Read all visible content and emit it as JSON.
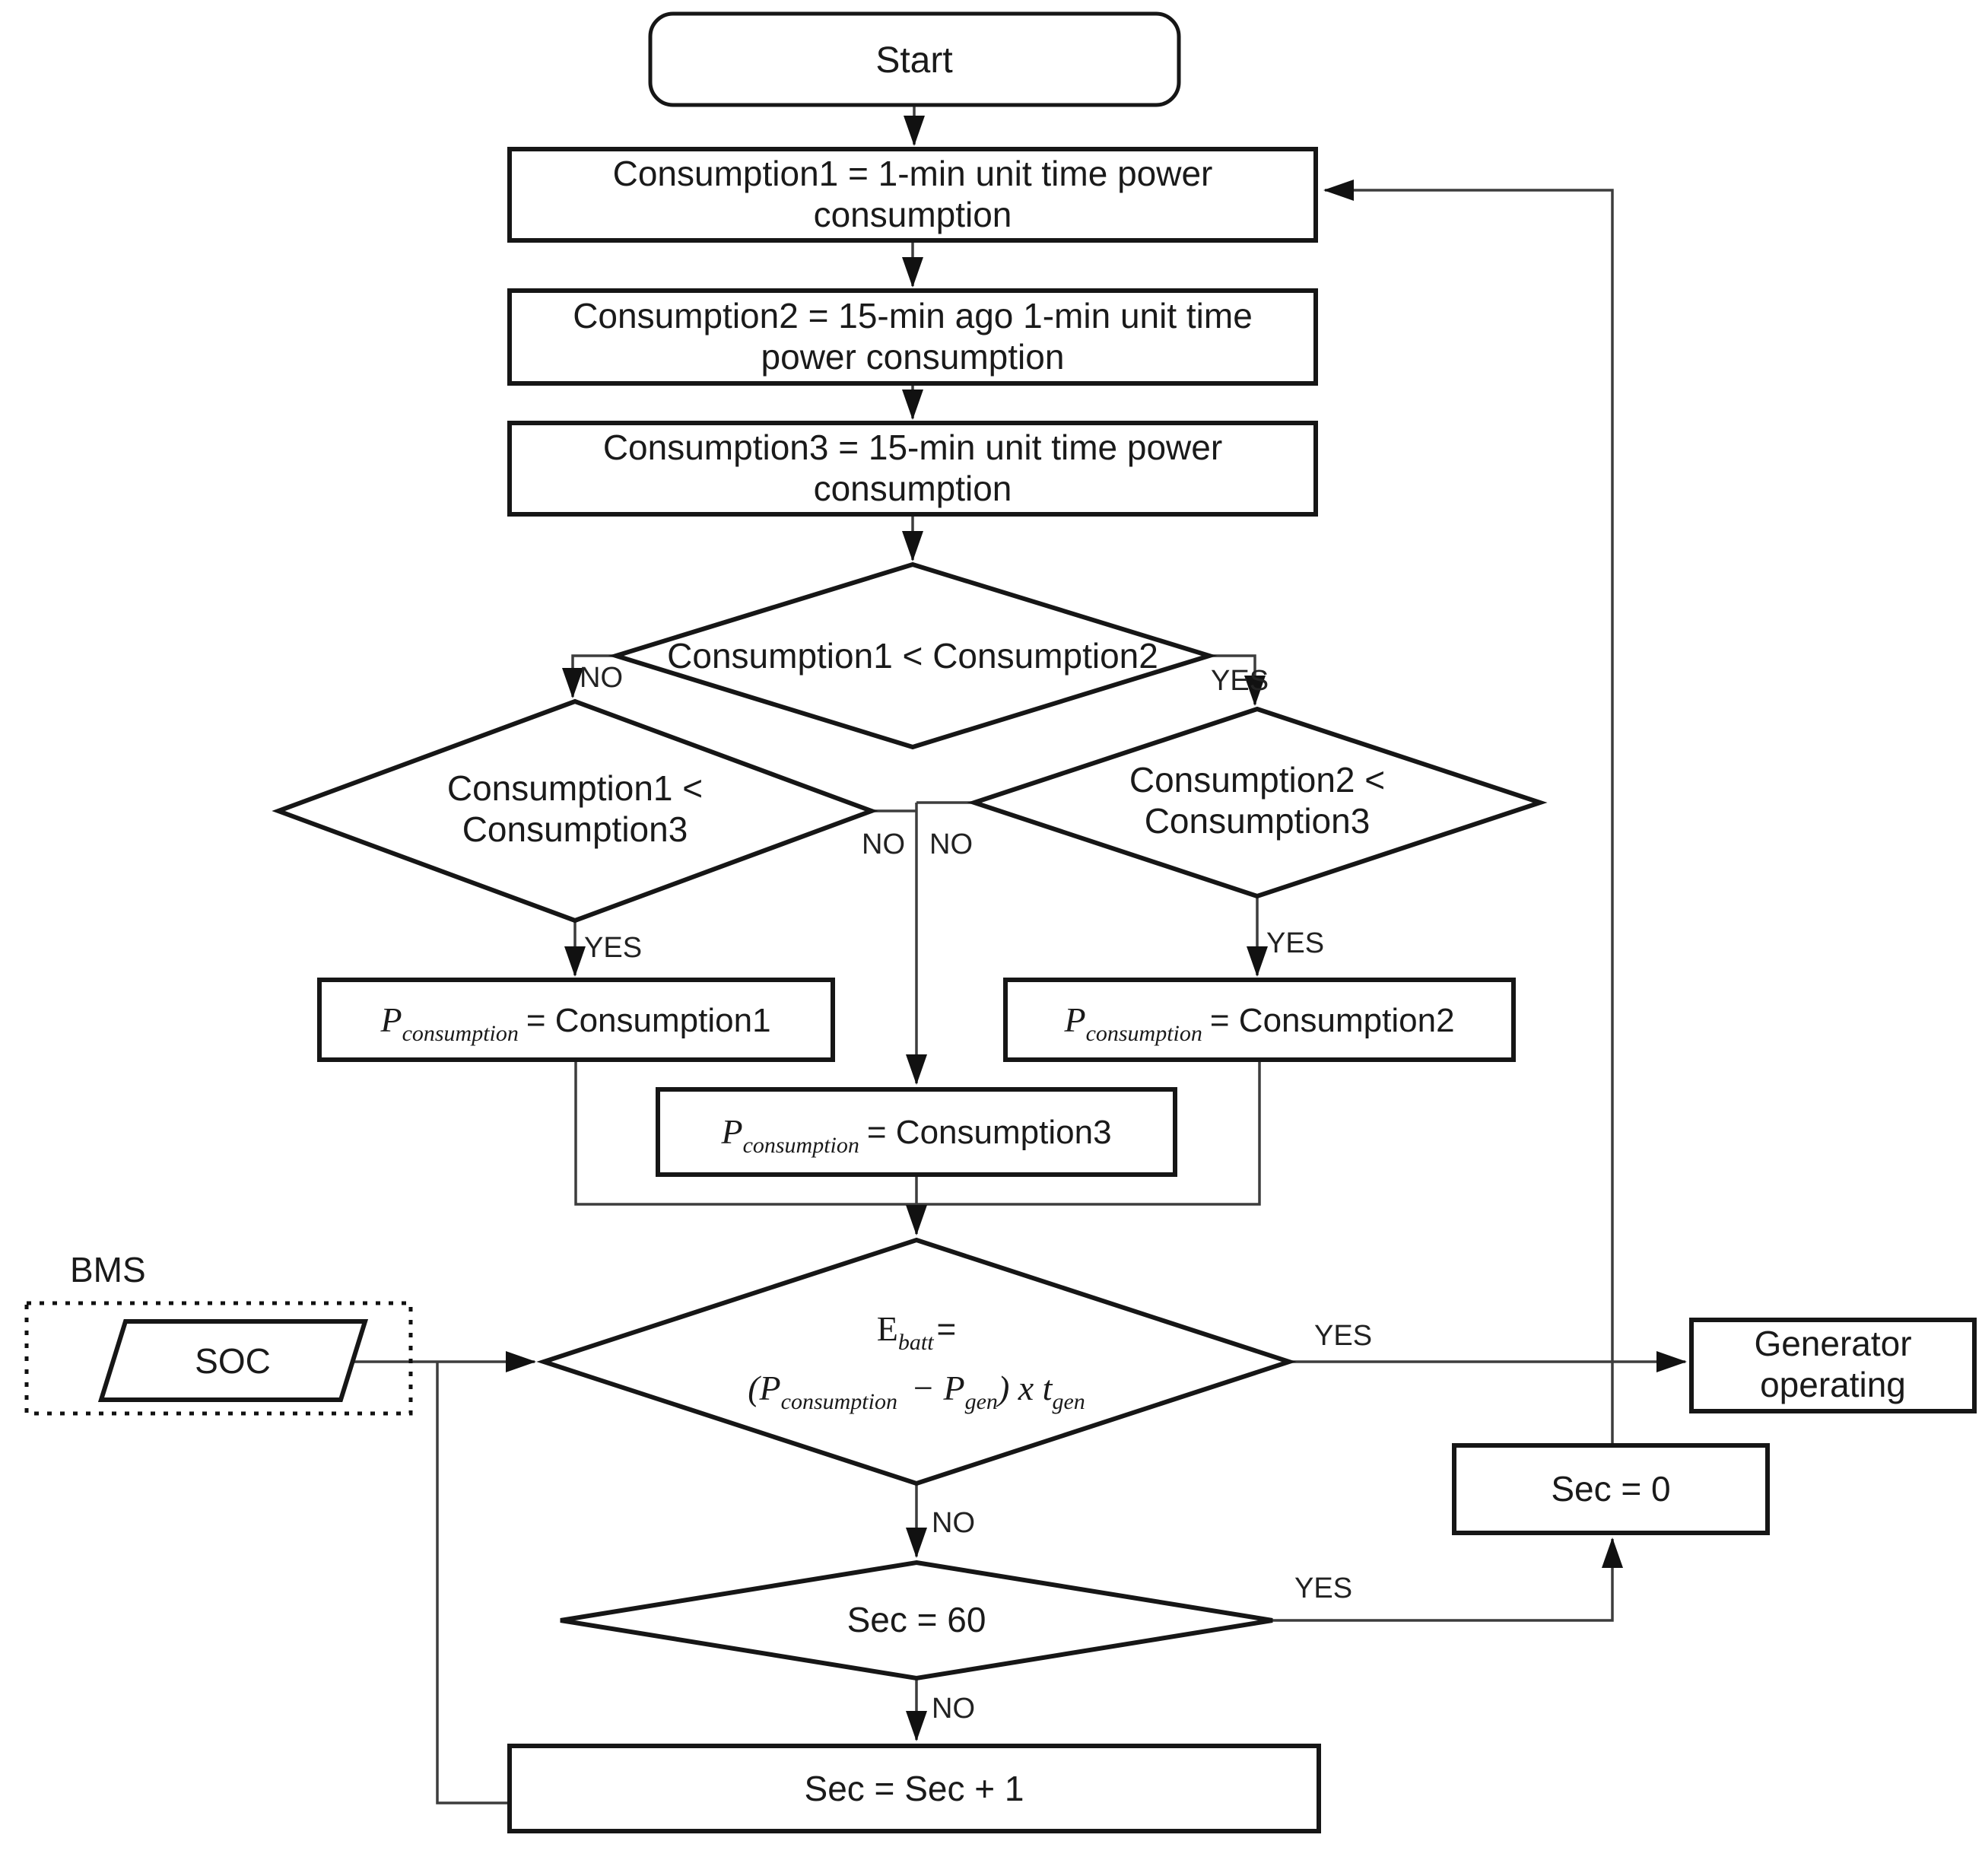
{
  "title": "Generator operating control flowchart",
  "colors": {
    "node_stroke": "#161616",
    "edge_stroke": "#3d3d3d",
    "background": "#ffffff",
    "text": "#1a1a1a"
  },
  "nodes": {
    "start": {
      "label": "Start"
    },
    "box1": {
      "lines": [
        "Consumption1 = 1-min unit time power",
        "consumption"
      ]
    },
    "box2": {
      "lines": [
        "Consumption2 = 15-min ago 1-min unit time",
        "power consumption"
      ]
    },
    "box3": {
      "lines": [
        "Consumption3 = 15-min unit time power",
        "consumption"
      ]
    },
    "d1": {
      "label": "Consumption1 < Consumption2"
    },
    "d2": {
      "lines": [
        "Consumption1 <",
        "Consumption3"
      ]
    },
    "d3": {
      "lines": [
        "Consumption2 <",
        "Consumption3"
      ]
    },
    "p1": {
      "var": "P",
      "sub": "consumption",
      "rest": "= Consumption1"
    },
    "p2": {
      "var": "P",
      "sub": "consumption",
      "rest": "= Consumption2"
    },
    "p3": {
      "var": "P",
      "sub": "consumption",
      "rest": "= Consumption3"
    },
    "d4": {
      "l1_var": "E",
      "l1_sub": "batt",
      "l1_eq": "=",
      "l2_a": "(P",
      "l2_a_sub": "consumption",
      "l2_b": "− P",
      "l2_b_sub": "gen",
      "l2_c": ") x t",
      "l2_c_sub": "gen"
    },
    "generator": {
      "lines": [
        "Generator",
        "operating"
      ]
    },
    "sec0": {
      "label": "Sec = 0"
    },
    "d5": {
      "label": "Sec = 60"
    },
    "secinc": {
      "label": "Sec = Sec + 1"
    },
    "bms": {
      "label": "BMS"
    },
    "soc": {
      "label": "SOC"
    }
  },
  "edge_labels": {
    "d1_no": "NO",
    "d1_yes": "YES",
    "d2_yes": "YES",
    "d3_yes": "YES",
    "center_no_left": "NO",
    "center_no_right": "NO",
    "d4_yes": "YES",
    "d4_no": "NO",
    "d5_yes": "YES",
    "d5_no": "NO"
  }
}
